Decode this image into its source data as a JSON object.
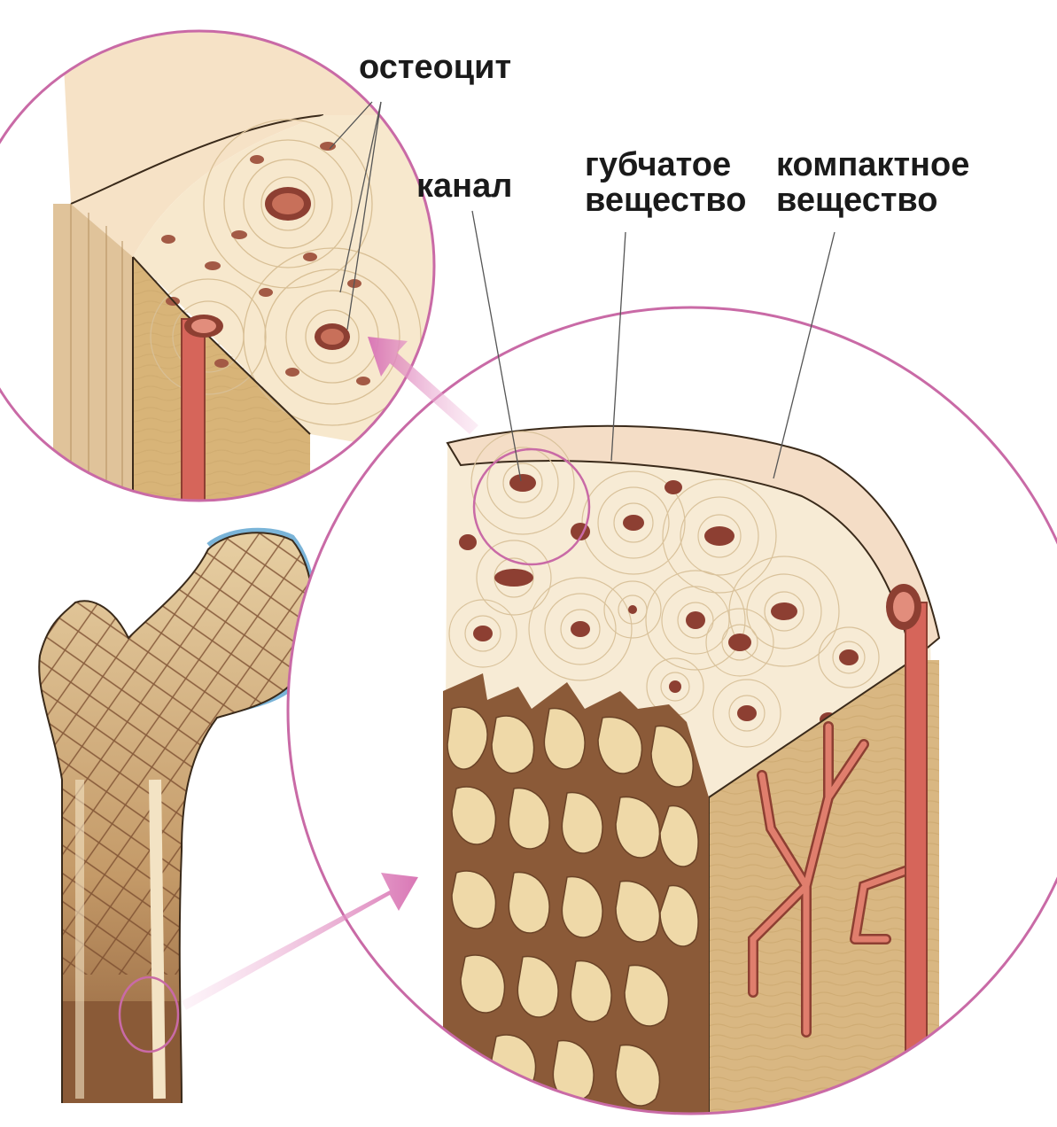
{
  "labels": {
    "osteocyte": "остеоцит",
    "canal": "канал",
    "spongy_line1": "губчатое",
    "spongy_line2": "вещество",
    "compact_line1": "компактное",
    "compact_line2": "вещество"
  },
  "colors": {
    "circle_outline": "#c96aa6",
    "arrow": "#d977b5",
    "bone_light": "#f6e4c8",
    "bone_mid": "#e6c88e",
    "bone_dark": "#8a5a37",
    "vessel": "#d6655a",
    "cartilage": "#7ab4d8"
  }
}
